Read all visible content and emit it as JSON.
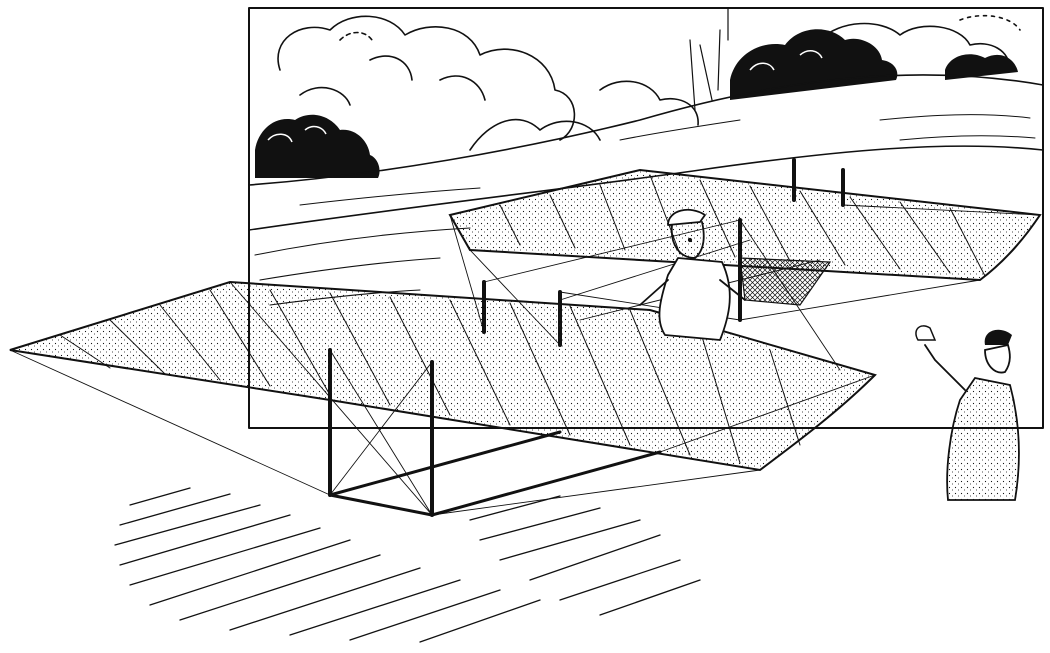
{
  "image": {
    "kind": "line-drawing",
    "colors": {
      "ink": "#111111",
      "paper": "#ffffff"
    },
    "elements": [
      "background-panel",
      "clouds",
      "tree-clusters",
      "hills",
      "biplane-glider",
      "glider-pilot",
      "spectator",
      "ground-hatching"
    ]
  }
}
